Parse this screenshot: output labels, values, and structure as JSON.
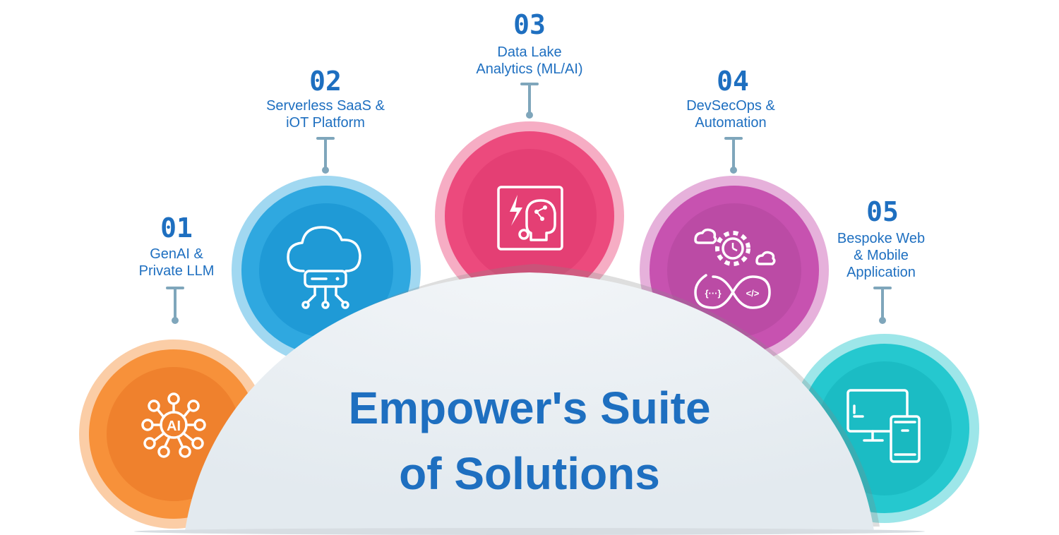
{
  "diagram": {
    "title_line1": "Empower's Suite",
    "title_line2": "of Solutions",
    "items": [
      {
        "number": "01",
        "label_line1": "GenAI &",
        "label_line2": "Private LLM",
        "icon": "ai-network-icon",
        "color": "#f7913a"
      },
      {
        "number": "02",
        "label_line1": "Serverless SaaS &",
        "label_line2": "iOT Platform",
        "icon": "cloud-server-icon",
        "color": "#2fa8e0"
      },
      {
        "number": "03",
        "label_line1": "Data Lake",
        "label_line2": "Analytics (ML/AI)",
        "icon": "ai-brain-icon",
        "color": "#ec4a7d"
      },
      {
        "number": "04",
        "label_line1": "DevSecOps &",
        "label_line2": "Automation",
        "icon": "devops-cycle-icon",
        "color": "#c752b0"
      },
      {
        "number": "05",
        "label_line1": "Bespoke Web",
        "label_line2": "& Mobile",
        "label_line3": "Application",
        "icon": "devices-icon",
        "color": "#25c8cf"
      }
    ],
    "ai_icon_text": "AI",
    "devops_left_text": "{···}",
    "devops_right_text": "</>"
  }
}
